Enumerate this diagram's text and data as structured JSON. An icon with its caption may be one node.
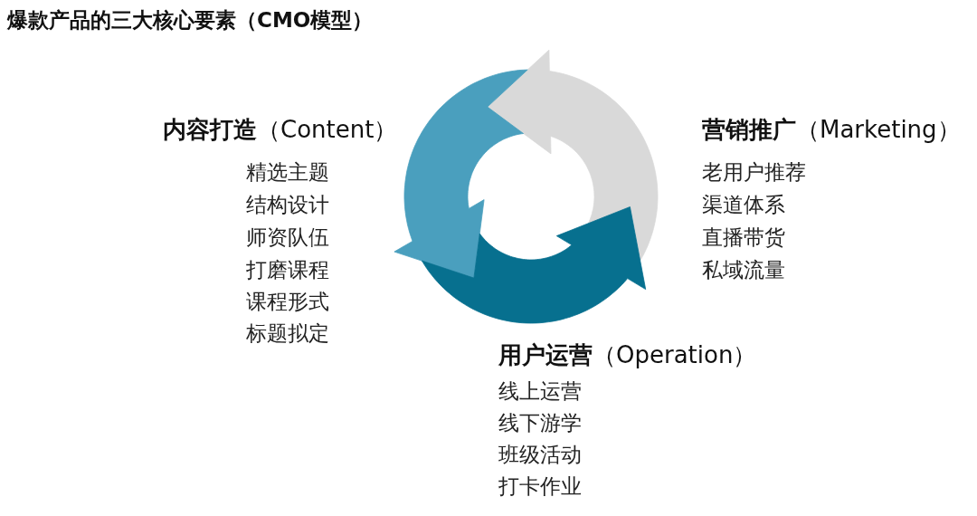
{
  "diagram": {
    "title": "爆款产品的三大核心要素（CMO模型）",
    "labels": [
      "**内容打造**（Content）",
      "精选主题",
      "结构设计",
      "师资队伍",
      "打磨课程",
      "课程形式",
      "标题拟定",
      "**营销推广**（Marketing）",
      "老用户推荐",
      "渠道体系",
      "直播带货",
      "私域流量",
      "**用户运营**（Operation）",
      "线上运营",
      "线下游学",
      "班级活动",
      "打卡作业"
    ]
  }
}
